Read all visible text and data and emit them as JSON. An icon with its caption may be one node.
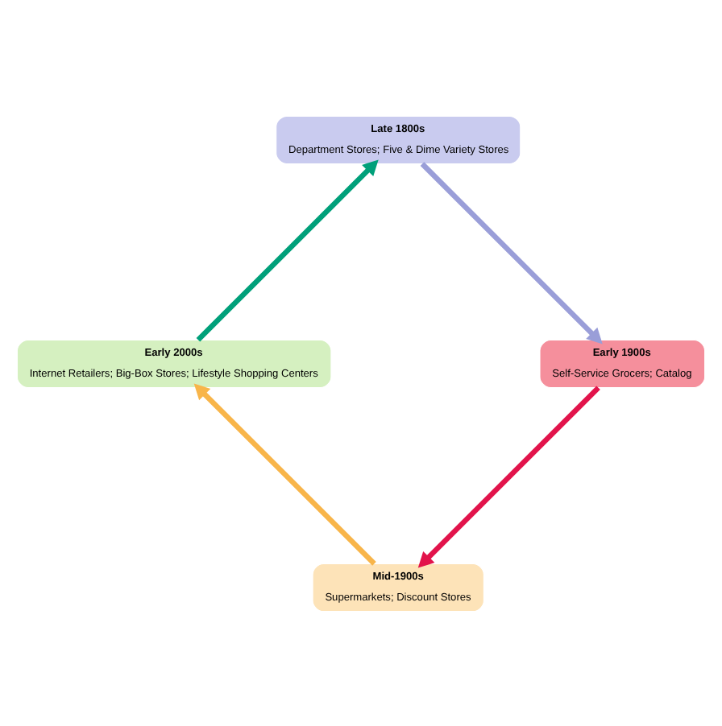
{
  "diagram": {
    "nodes": [
      {
        "text": [
          "Mid-1900s",
          "Supermarkets; Discount Stores"
        ]
      },
      {
        "text": [
          "Early 1900s",
          "Self-Service Grocers; Catalog"
        ]
      },
      {
        "text": [
          "Early 2000s",
          "Internet Retailers; Big-Box Stores; Lifestyle Shopping Centers"
        ]
      },
      {
        "text": [
          "Late 1800s",
          "Department Stores; Five & Dime Variety Stores"
        ]
      }
    ],
    "edges": [
      {
        "from": 3,
        "to": 1,
        "arrow": "to",
        "color": "#9a9ed8"
      },
      {
        "from": 1,
        "to": 0,
        "arrow": "to",
        "color": "#e2134b"
      },
      {
        "from": 0,
        "to": 2,
        "arrow": "to",
        "color": "#f8b54a"
      },
      {
        "from": 2,
        "to": 3,
        "arrow": "to",
        "color": "#00a07a"
      }
    ]
  }
}
